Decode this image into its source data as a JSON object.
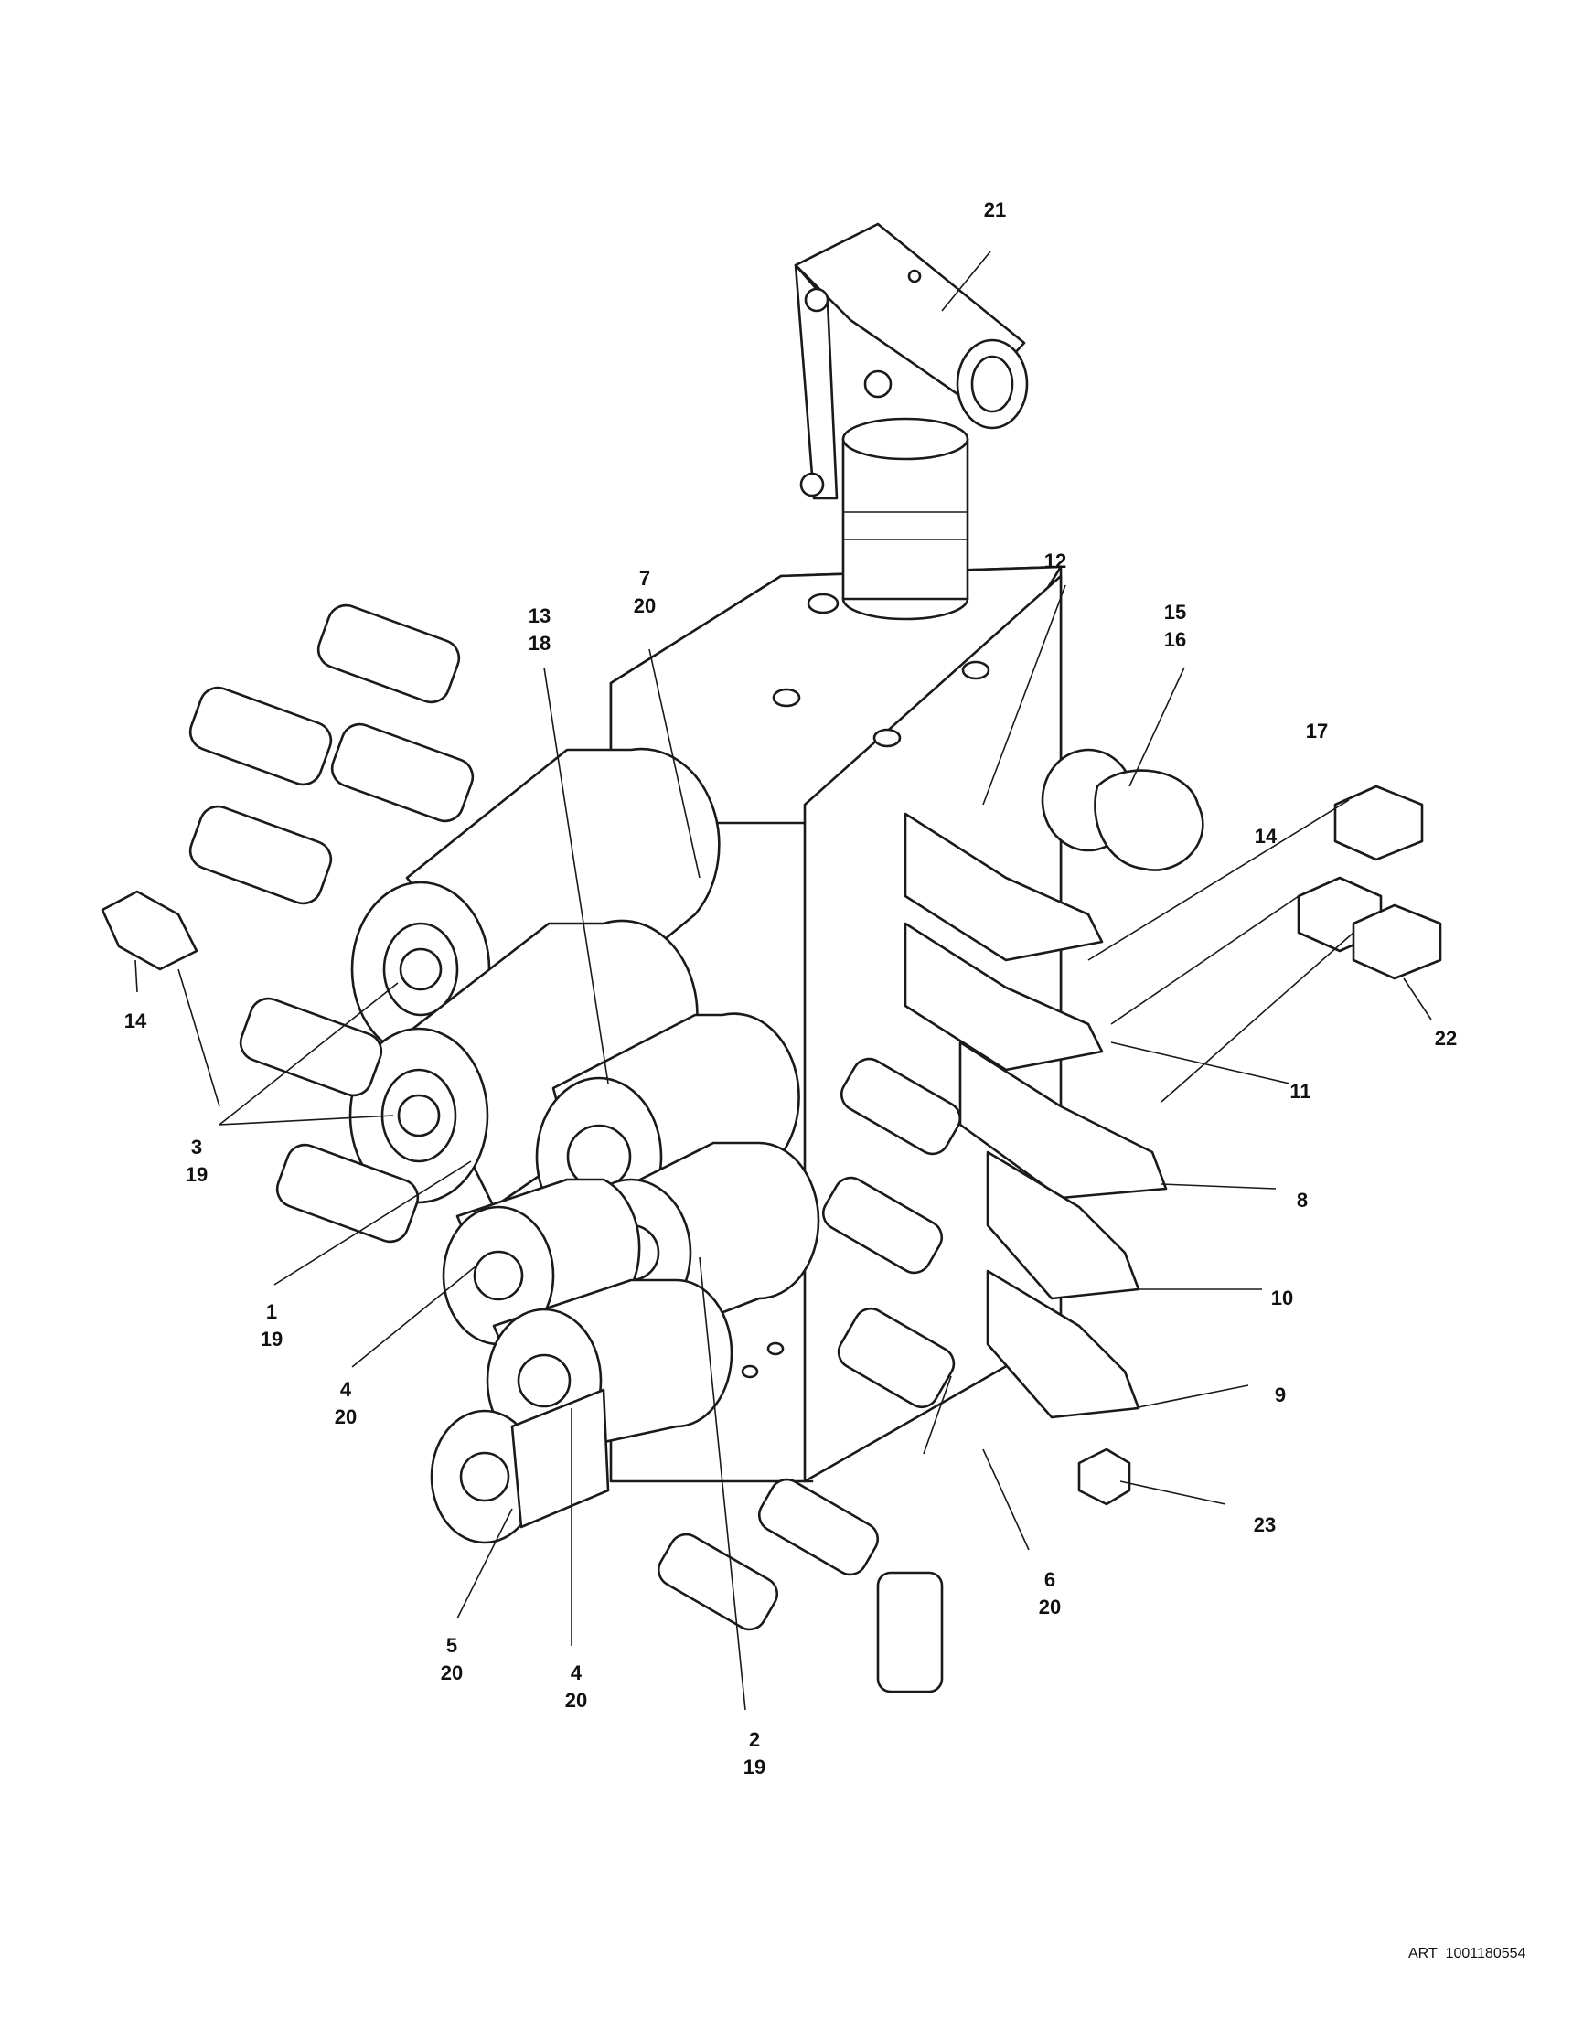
{
  "artwork_id": "ART_1001180554",
  "callouts": [
    {
      "id": "c21",
      "lines": [
        "21"
      ]
    },
    {
      "id": "c12",
      "lines": [
        "12"
      ]
    },
    {
      "id": "c7-20",
      "lines": [
        "7",
        "20"
      ]
    },
    {
      "id": "c13-18",
      "lines": [
        "13",
        "18"
      ]
    },
    {
      "id": "c15-16",
      "lines": [
        "15",
        "16"
      ]
    },
    {
      "id": "c17",
      "lines": [
        "17"
      ]
    },
    {
      "id": "c14-right",
      "lines": [
        "14"
      ]
    },
    {
      "id": "c14-left",
      "lines": [
        "14"
      ]
    },
    {
      "id": "c22",
      "lines": [
        "22"
      ]
    },
    {
      "id": "c11",
      "lines": [
        "11"
      ]
    },
    {
      "id": "c3-19",
      "lines": [
        "3",
        "19"
      ]
    },
    {
      "id": "c8",
      "lines": [
        "8"
      ]
    },
    {
      "id": "c10",
      "lines": [
        "10"
      ]
    },
    {
      "id": "c1-19",
      "lines": [
        "1",
        "19"
      ]
    },
    {
      "id": "c4-20-left",
      "lines": [
        "4",
        "20"
      ]
    },
    {
      "id": "c9",
      "lines": [
        "9"
      ]
    },
    {
      "id": "c23",
      "lines": [
        "23"
      ]
    },
    {
      "id": "c6-20",
      "lines": [
        "6",
        "20"
      ]
    },
    {
      "id": "c5-20",
      "lines": [
        "5",
        "20"
      ]
    },
    {
      "id": "c4-20-bottom",
      "lines": [
        "4",
        "20"
      ]
    },
    {
      "id": "c2-19",
      "lines": [
        "2",
        "19"
      ]
    }
  ]
}
